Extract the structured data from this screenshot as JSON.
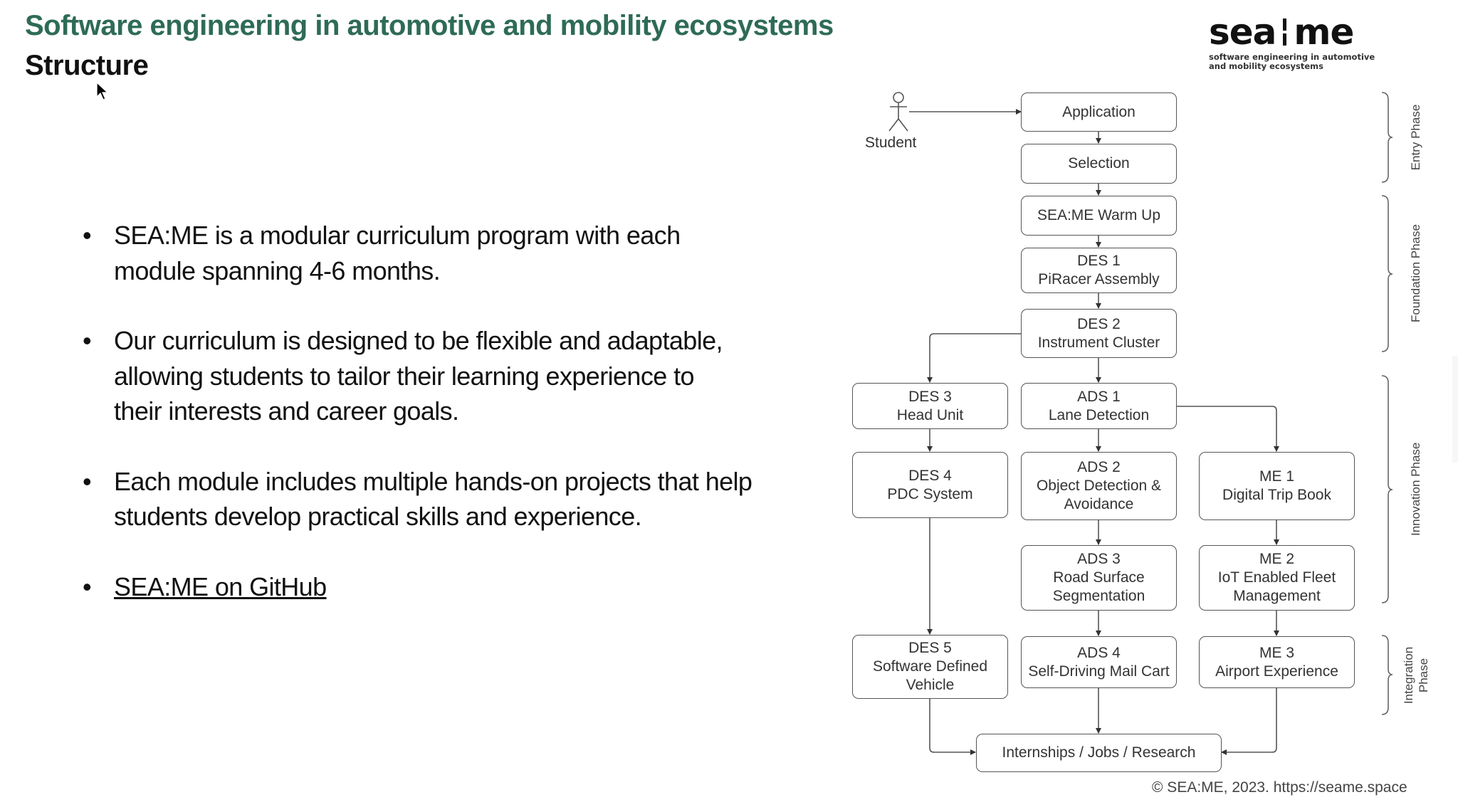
{
  "slide": {
    "title": "Software engineering in automotive and mobility ecosystems",
    "subtitle": "Structure",
    "title_color": "#2e6b57"
  },
  "logo": {
    "left": "sea",
    "right": "me",
    "tagline_line1": "software engineering in automotive",
    "tagline_line2": "and mobility ecosystems"
  },
  "bullets": [
    {
      "text": "SEA:ME is a modular curriculum program with each module spanning 4-6 months.",
      "is_link": false
    },
    {
      "text": "Our curriculum is designed to be flexible and adaptable, allowing students to tailor their learning experience to their interests and career goals.",
      "is_link": false
    },
    {
      "text": "Each module includes multiple hands-on projects that help students develop practical skills and experience.",
      "is_link": false
    },
    {
      "text": "SEA:ME on GitHub",
      "is_link": true
    }
  ],
  "bullet_glyph": "•",
  "diagram": {
    "actor": {
      "label": "Student",
      "icon": "stick-figure-icon"
    },
    "nodes": [
      {
        "id": "application",
        "line1": "Application",
        "line2": ""
      },
      {
        "id": "selection",
        "line1": "Selection",
        "line2": ""
      },
      {
        "id": "warmup",
        "line1": "SEA:ME Warm Up",
        "line2": ""
      },
      {
        "id": "des1",
        "line1": "DES 1",
        "line2": "PiRacer Assembly"
      },
      {
        "id": "des2",
        "line1": "DES 2",
        "line2": "Instrument Cluster"
      },
      {
        "id": "des3",
        "line1": "DES 3",
        "line2": "Head Unit"
      },
      {
        "id": "ads1",
        "line1": "ADS 1",
        "line2": "Lane Detection"
      },
      {
        "id": "des4",
        "line1": "DES 4",
        "line2": "PDC System"
      },
      {
        "id": "ads2",
        "line1": "ADS 2",
        "line2": "Object Detection & Avoidance"
      },
      {
        "id": "me1",
        "line1": "ME 1",
        "line2": "Digital Trip Book"
      },
      {
        "id": "ads3",
        "line1": "ADS 3",
        "line2": "Road Surface Segmentation"
      },
      {
        "id": "me2",
        "line1": "ME 2",
        "line2": "IoT Enabled Fleet Management"
      },
      {
        "id": "des5",
        "line1": "DES 5",
        "line2": "Software Defined Vehicle"
      },
      {
        "id": "ads4",
        "line1": "ADS 4",
        "line2": "Self-Driving Mail Cart"
      },
      {
        "id": "me3",
        "line1": "ME 3",
        "line2": "Airport Experience"
      },
      {
        "id": "outcome",
        "line1": "Internships / Jobs / Research",
        "line2": ""
      }
    ],
    "edges": [
      [
        "student",
        "application"
      ],
      [
        "application",
        "selection"
      ],
      [
        "selection",
        "warmup"
      ],
      [
        "warmup",
        "des1"
      ],
      [
        "des1",
        "des2"
      ],
      [
        "des2",
        "des3"
      ],
      [
        "des2",
        "ads1"
      ],
      [
        "des3",
        "des4"
      ],
      [
        "ads1",
        "ads2"
      ],
      [
        "ads1",
        "me1"
      ],
      [
        "des4",
        "des5"
      ],
      [
        "ads2",
        "ads3"
      ],
      [
        "me1",
        "me2"
      ],
      [
        "ads3",
        "ads4"
      ],
      [
        "me2",
        "me3"
      ],
      [
        "des5",
        "outcome"
      ],
      [
        "ads4",
        "outcome"
      ],
      [
        "me3",
        "outcome"
      ]
    ],
    "phases": [
      {
        "label": "Entry Phase"
      },
      {
        "label": "Foundation Phase"
      },
      {
        "label": "Innovation Phase"
      },
      {
        "label": "Integration Phase"
      }
    ]
  },
  "footer": "© SEA:ME, 2023. https://seame.space"
}
